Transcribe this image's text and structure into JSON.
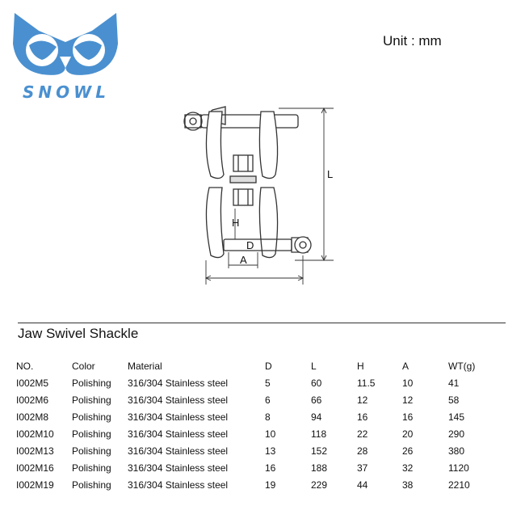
{
  "brand": {
    "name": "SNOWL",
    "color": "#4a90d0"
  },
  "unit_label": "Unit : mm",
  "drawing": {
    "labels": {
      "L": "L",
      "H": "H",
      "D": "D",
      "A": "A"
    }
  },
  "title": "Jaw Swivel Shackle",
  "table": {
    "headers": [
      "NO.",
      "Color",
      "Material",
      "D",
      "L",
      "H",
      "A",
      "WT(g)"
    ],
    "rows": [
      [
        "I002M5",
        "Polishing",
        "316/304 Stainless steel",
        "5",
        "60",
        "11.5",
        "10",
        "41"
      ],
      [
        "I002M6",
        "Polishing",
        "316/304 Stainless steel",
        "6",
        "66",
        "12",
        "12",
        "58"
      ],
      [
        "I002M8",
        "Polishing",
        "316/304 Stainless steel",
        "8",
        "94",
        "16",
        "16",
        "145"
      ],
      [
        "I002M10",
        "Polishing",
        "316/304 Stainless steel",
        "10",
        "118",
        "22",
        "20",
        "290"
      ],
      [
        "I002M13",
        "Polishing",
        "316/304 Stainless steel",
        "13",
        "152",
        "28",
        "26",
        "380"
      ],
      [
        "I002M16",
        "Polishing",
        "316/304 Stainless steel",
        "16",
        "188",
        "37",
        "32",
        "1120"
      ],
      [
        "I002M19",
        "Polishing",
        "316/304 Stainless steel",
        "19",
        "229",
        "44",
        "38",
        "2210"
      ]
    ]
  }
}
